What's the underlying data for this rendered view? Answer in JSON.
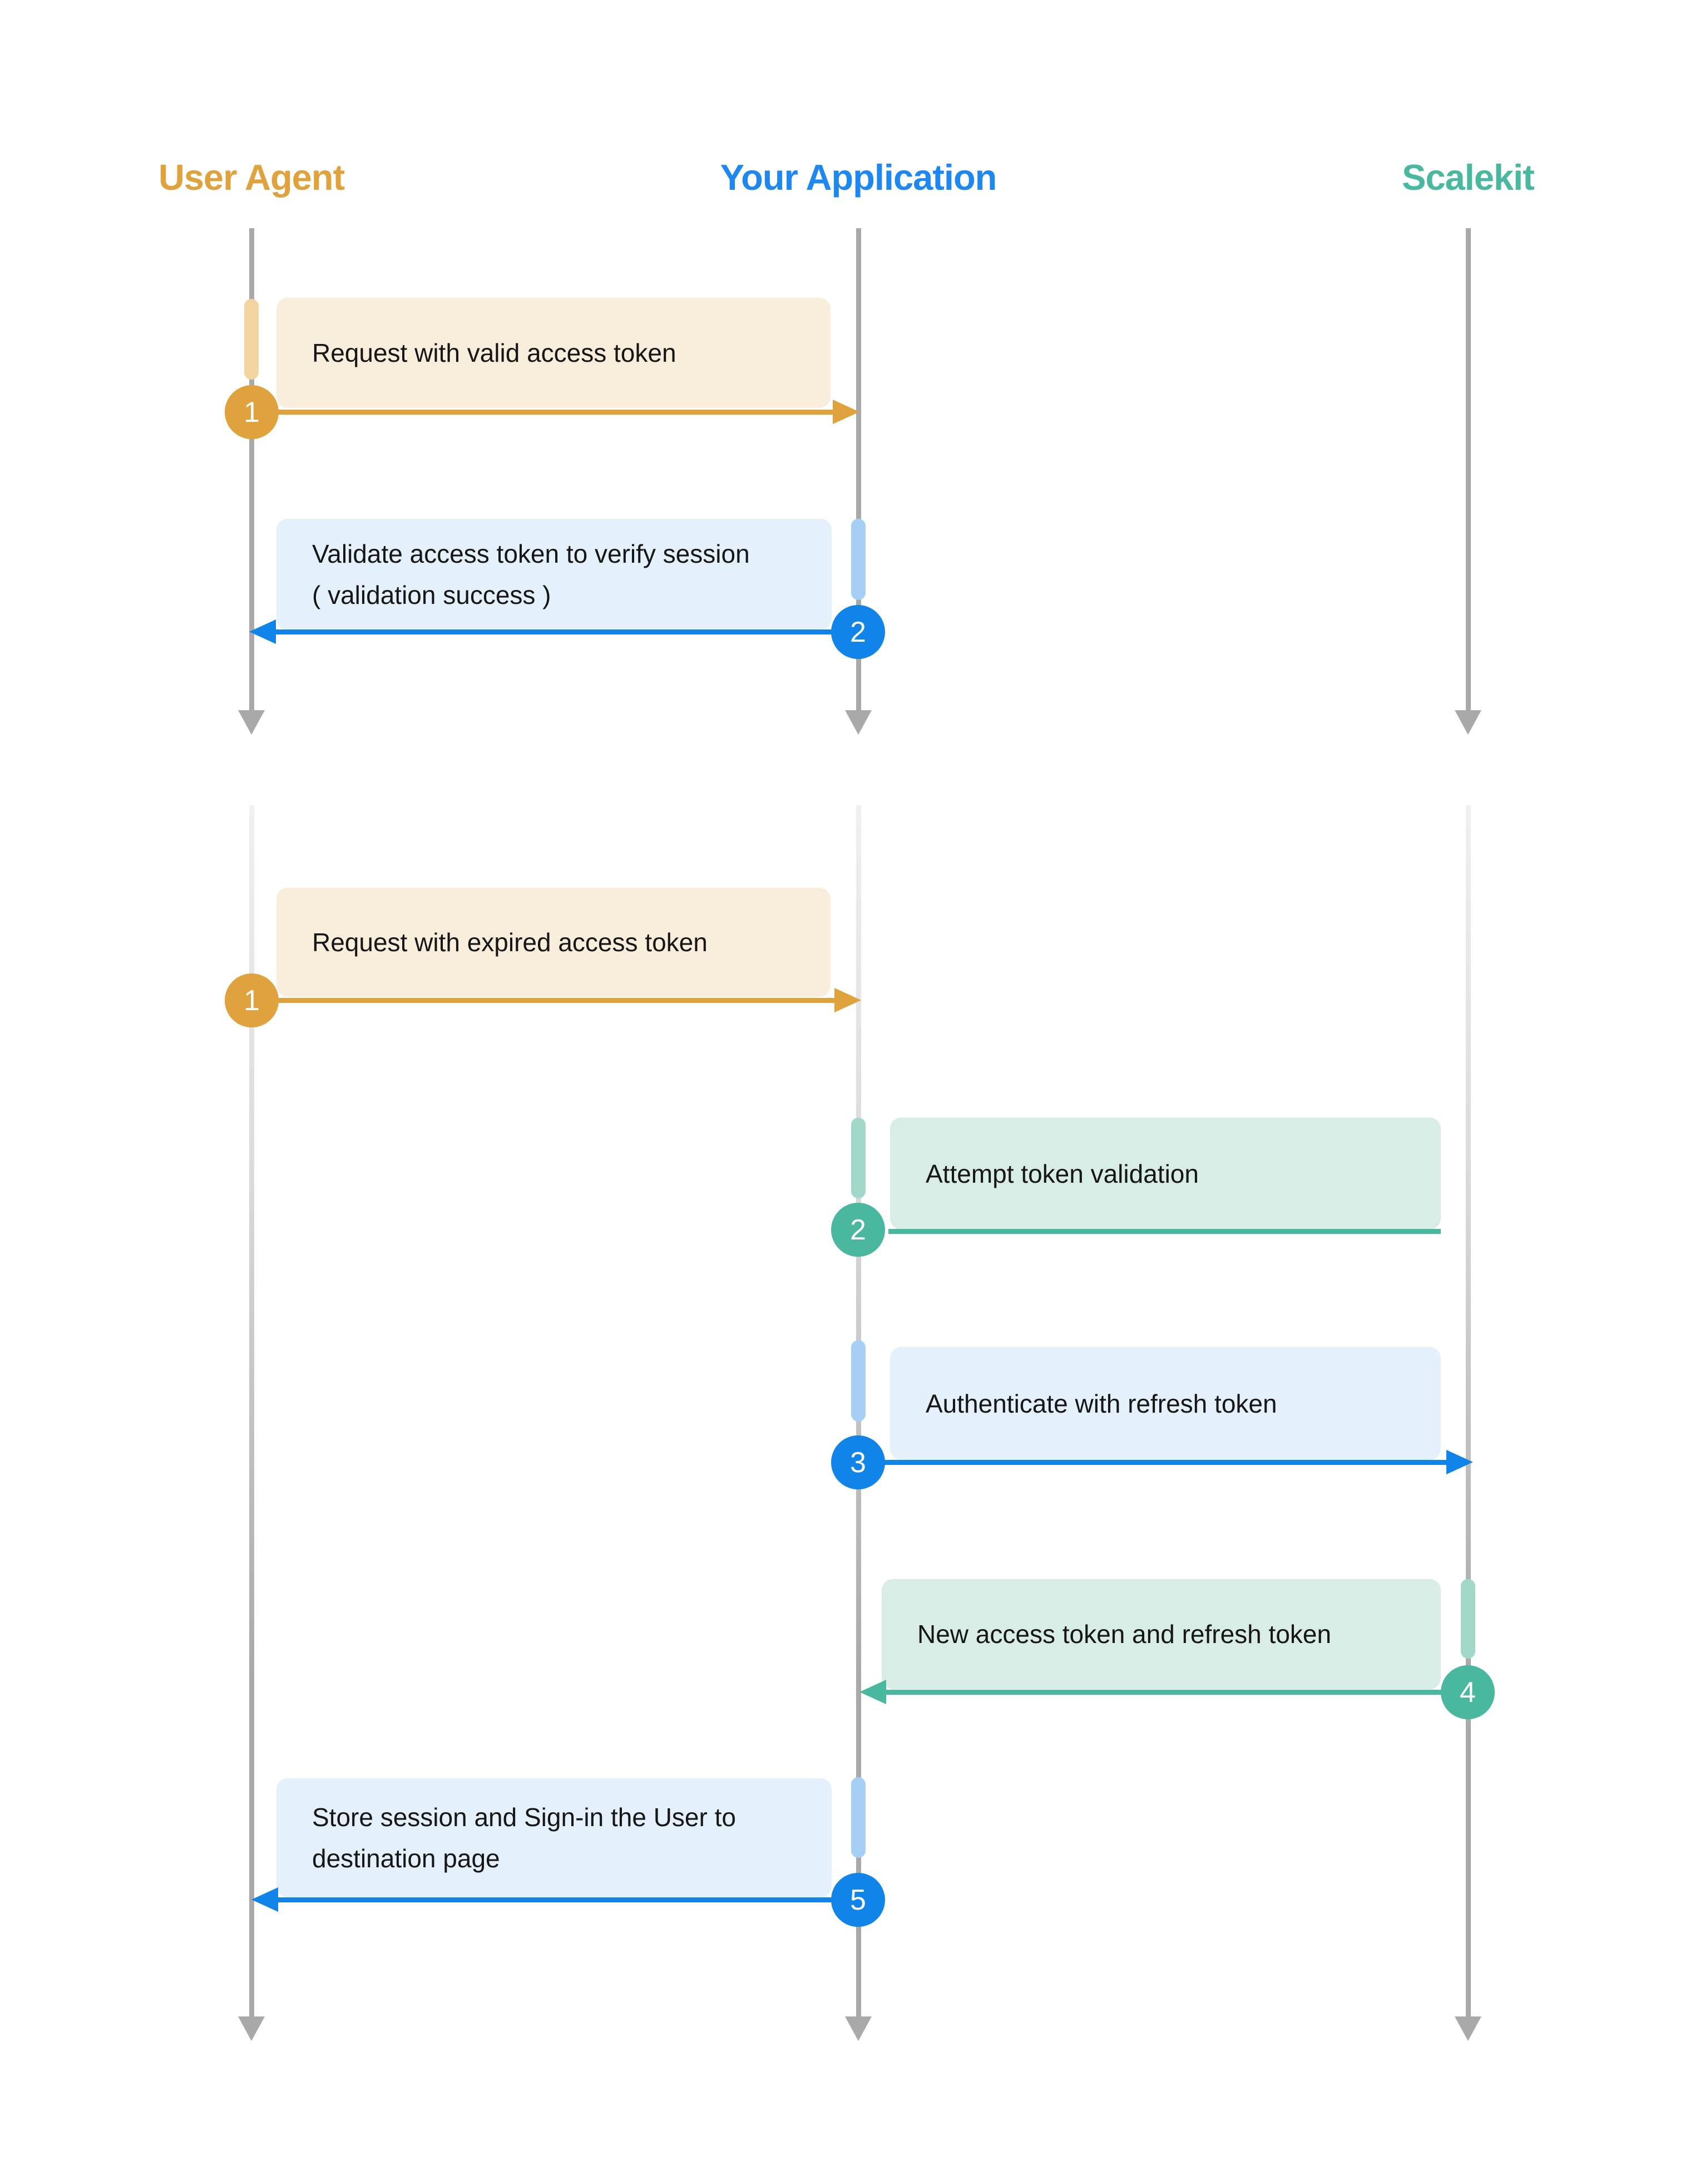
{
  "diagram_type": "sequence-diagram",
  "actors": {
    "user_agent": {
      "label": "User Agent",
      "color": "#E0A23C"
    },
    "your_application": {
      "label": "Your Application",
      "color": "#1E88F0"
    },
    "scalekit": {
      "label": "Scalekit",
      "color": "#49B89E"
    }
  },
  "section1": {
    "m1": {
      "num": "1",
      "lines": [
        "Request with valid access token"
      ],
      "from": "user_agent",
      "to": "your_application",
      "theme": "orange"
    },
    "m2": {
      "num": "2",
      "lines": [
        "Validate access token to verify session",
        "( validation success )"
      ],
      "from": "your_application",
      "to": "user_agent",
      "theme": "blue"
    }
  },
  "section2": {
    "m1": {
      "num": "1",
      "lines": [
        "Request with expired access token"
      ],
      "from": "user_agent",
      "to": "your_application",
      "theme": "orange"
    },
    "m2": {
      "num": "2",
      "lines": [
        "Attempt token validation"
      ],
      "from": "your_application",
      "to": "your_application",
      "theme": "teal"
    },
    "m3": {
      "num": "3",
      "lines": [
        "Authenticate with refresh token"
      ],
      "from": "your_application",
      "to": "scalekit",
      "theme": "blue"
    },
    "m4": {
      "num": "4",
      "lines": [
        "New access token and refresh token"
      ],
      "from": "scalekit",
      "to": "your_application",
      "theme": "teal"
    },
    "m5": {
      "num": "5",
      "lines": [
        "Store session and Sign-in the User to",
        "destination page"
      ],
      "from": "your_application",
      "to": "user_agent",
      "theme": "blue"
    }
  },
  "colors": {
    "orange": "#E0A23C",
    "orange_light": "#F2D4A0",
    "beige_box": "#F9EDDB",
    "blue": "#1184E9",
    "blue_header": "#1E88F0",
    "blue_light": "#A6CFF5",
    "blue_box": "#E4F1FC",
    "teal": "#49B89E",
    "teal_light": "#A2D8C9",
    "teal_box": "#D9EDE7",
    "lifeline_gray": "#A9A9A9",
    "text": "#161616"
  }
}
